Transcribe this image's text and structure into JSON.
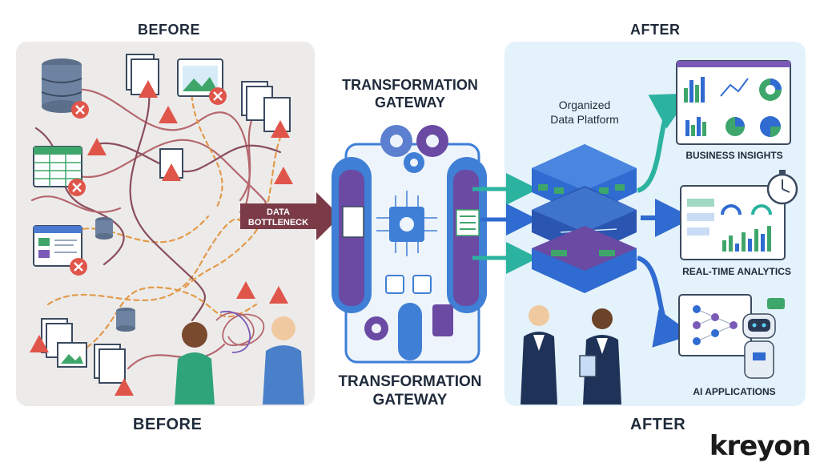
{
  "before_panel": {
    "top_label": "BEFORE",
    "bottom_label": "BEFORE",
    "bottleneck_label_line1": "DATA",
    "bottleneck_label_line2": "BOTTLENECK"
  },
  "gateway": {
    "top_label_line1": "TRANSFORMATION",
    "top_label_line2": "GATEWAY",
    "bottom_label_line1": "TRANSFORMATION",
    "bottom_label_line2": "GATEWAY"
  },
  "after_panel": {
    "top_label": "AFTER",
    "bottom_label": "AFTER",
    "platform_label_line1": "Organized",
    "platform_label_line2": "Data Platform",
    "outputs": [
      {
        "label": "BUSINESS INSIGHTS"
      },
      {
        "label": "REAL-TIME ANALYTICS"
      },
      {
        "label": "AI APPLICATIONS"
      }
    ]
  },
  "brand": {
    "name": "kreyon"
  },
  "colors": {
    "before_bg": "#ecebea",
    "after_bg": "#e4f2fb",
    "bottleneck_arrow": "#7a3b47",
    "gateway_blue": "#3f7fd6",
    "gateway_purple": "#6a4aa3",
    "platform_blue": "#2f6bd0",
    "arrow_teal": "#2bb3a0"
  }
}
